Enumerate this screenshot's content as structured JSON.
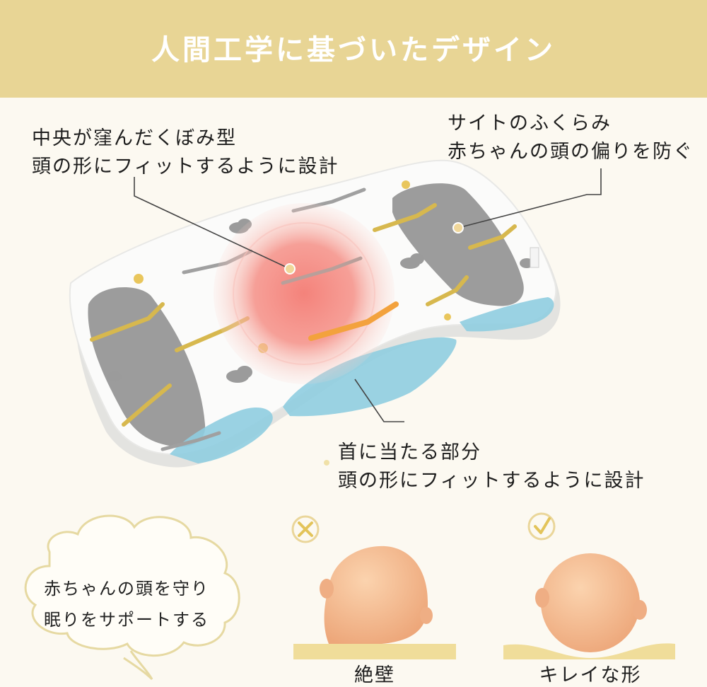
{
  "banner": {
    "title": "人間工学に基づいたデザイン"
  },
  "callouts": {
    "center": {
      "line1": "中央が窪んだくぼみ型",
      "line2": "頭の形にフィットするように設計"
    },
    "side": {
      "line1": "サイトのふくらみ",
      "line2": "赤ちゃんの頭の偏りを防ぐ"
    },
    "neck": {
      "line1": "首に当たる部分",
      "line2": "頭の形にフィットするように設計"
    }
  },
  "cloud": {
    "line1": "赤ちゃんの頭を守り",
    "line2": "眠りをサポートする"
  },
  "comparison": {
    "bad": {
      "icon": "cross-icon",
      "label": "絶壁"
    },
    "good": {
      "icon": "check-icon",
      "label": "キレイな形"
    }
  },
  "colors": {
    "banner": "#e8d595",
    "background": "#fcf9f1",
    "highlight": "#f58b84",
    "side_band": "#9a9a9a",
    "neck_band": "#8fcde0",
    "accent_gold": "#e3c45a",
    "skin": "#f4bb8e"
  }
}
